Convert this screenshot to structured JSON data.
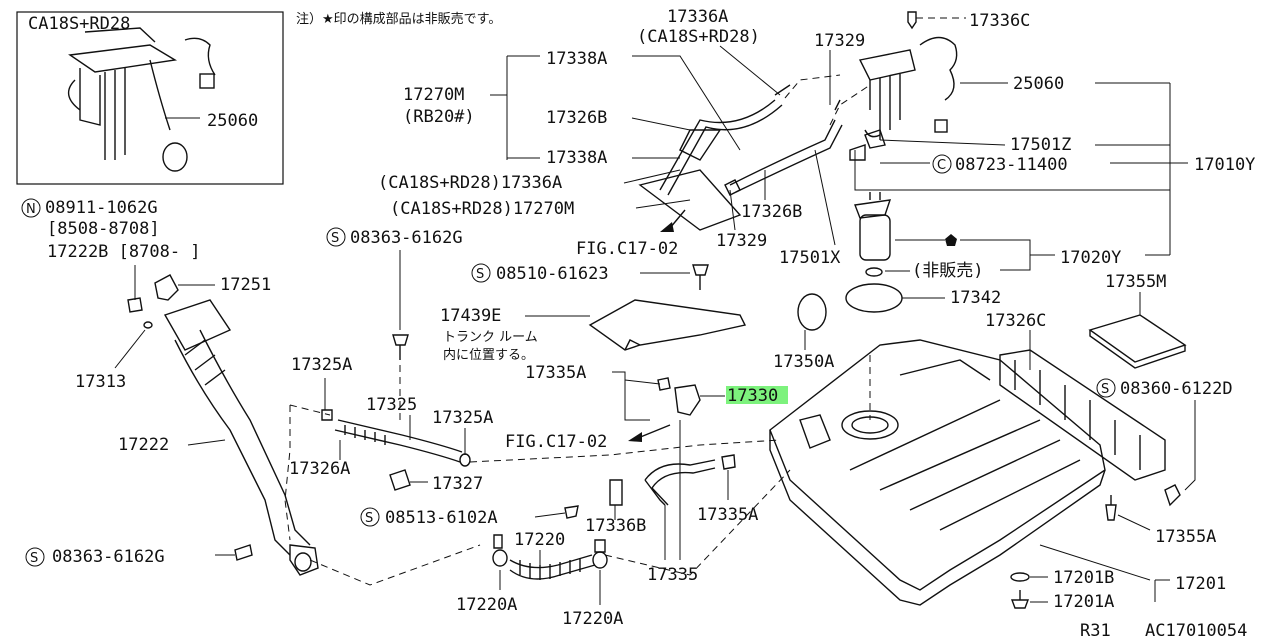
{
  "note": "注）★印の構成部品は非販売です。",
  "inset_title": "CA18S+RD28",
  "labels": {
    "p17336A": "17336A",
    "p17336A_sub": "(CA18S+RD28)",
    "p17336C": "17336C",
    "p17329_top": "17329",
    "p17338A_top": "17338A",
    "p17270M": "17270M",
    "p17270M_sub": "(RB20#)",
    "p17326B_left": "17326B",
    "p17338A_mid": "17338A",
    "p17336A_ca": "(CA18S+RD28)17336A",
    "p17270M_ca": "(CA18S+RD28)17270M",
    "p17326B_right": "17326B",
    "p17329_mid": "17329",
    "p17501X": "17501X",
    "p25060": "25060",
    "p17501Z": "17501Z",
    "p08723": "08723-11400",
    "p17010Y": "17010Y",
    "p17020Y": "17020Y",
    "hihanbai": "(非販売)",
    "p17342": "17342",
    "p17355M": "17355M",
    "p17326C": "17326C",
    "p08360": "08360-6122D",
    "p17355A": "17355A",
    "p17201": "17201",
    "p17201B": "17201B",
    "p17201A": "17201A",
    "p25060_inset": "25060",
    "p08911": "08911-1062G",
    "p8508": "[8508-8708]",
    "p17222B": "17222B [8708-     ]",
    "p17251": "17251",
    "p17313": "17313",
    "p17222": "17222",
    "p08363_top": "08363-6162G",
    "p08363_bot": "08363-6162G",
    "fig_top": "FIG.C17-02",
    "p08510": "08510-61623",
    "p17439E": "17439E",
    "trunk1": "トランク  ルーム",
    "trunk2": "内に位置する。",
    "p17350A": "17350A",
    "p17335A_top": "17335A",
    "p17330": "17330",
    "fig_mid": "FIG.C17-02",
    "p17325A_top": "17325A",
    "p17325": "17325",
    "p17325A_right": "17325A",
    "p17326A": "17326A",
    "p17327": "17327",
    "p08513": "08513-6102A",
    "p17336B": "17336B",
    "p17335A_bot": "17335A",
    "p17220": "17220",
    "p17335": "17335",
    "p17220A_left": "17220A",
    "p17220A_right": "17220A",
    "ref_r31": "R31",
    "ref_code": "AC17010054"
  },
  "highlight_color": "#7df27d"
}
